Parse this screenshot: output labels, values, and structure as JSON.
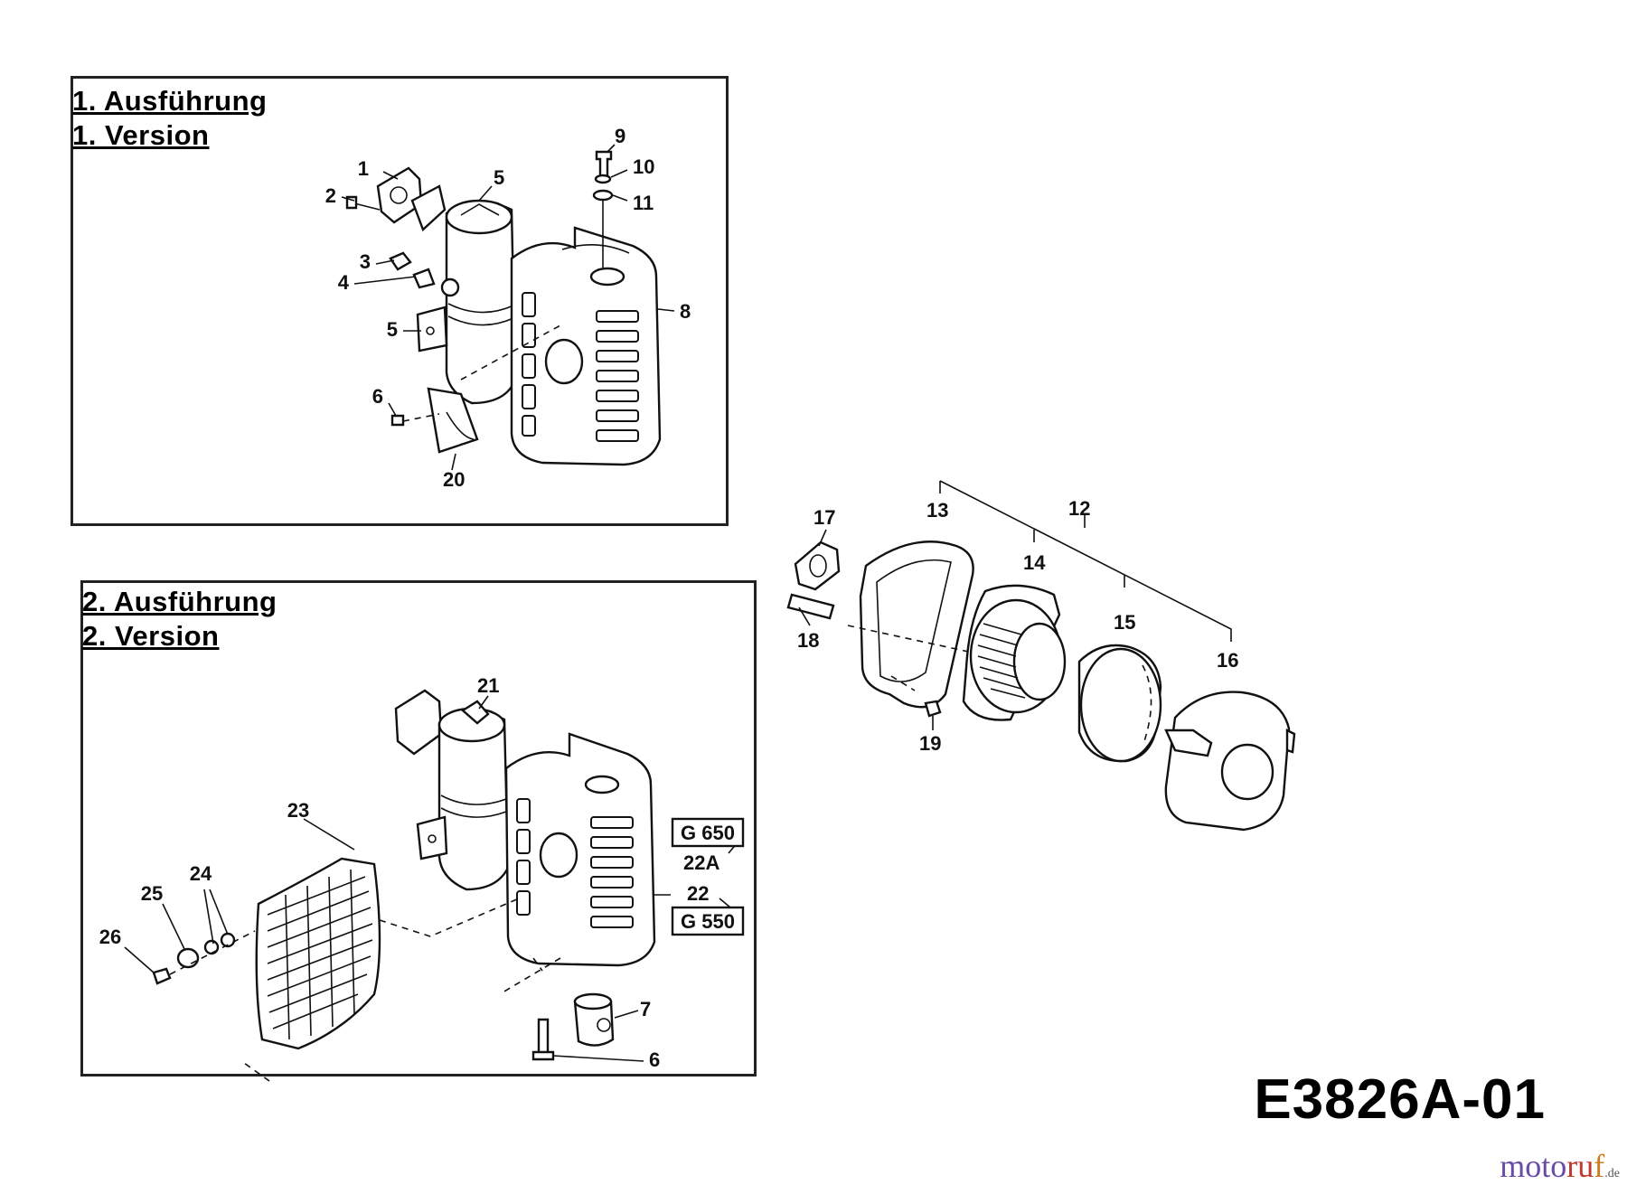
{
  "panels": {
    "version1": {
      "title_de": "1. Ausführung",
      "title_en": "1. Version"
    },
    "version2": {
      "title_de": "2. Ausführung",
      "title_en": "2. Version"
    }
  },
  "callouts": {
    "p1": "1",
    "p2": "2",
    "p3": "3",
    "p4": "4",
    "p5a": "5",
    "p5b": "5",
    "p6a": "6",
    "p6b": "6",
    "p7": "7",
    "p8": "8",
    "p9": "9",
    "p10": "10",
    "p11": "11",
    "p12": "12",
    "p13": "13",
    "p14": "14",
    "p15": "15",
    "p16": "16",
    "p17": "17",
    "p18": "18",
    "p19": "19",
    "p20": "20",
    "p21": "21",
    "p22": "22",
    "p22a": "22A",
    "p23": "23",
    "p24": "24",
    "p25": "25",
    "p26": "26"
  },
  "model_boxes": {
    "g650": "G 650",
    "g550": "G 550"
  },
  "diagram_code": "E3826A-01",
  "watermark": {
    "part1": "moto",
    "part2": "ru",
    "part3": "f",
    "tld": ".de"
  }
}
